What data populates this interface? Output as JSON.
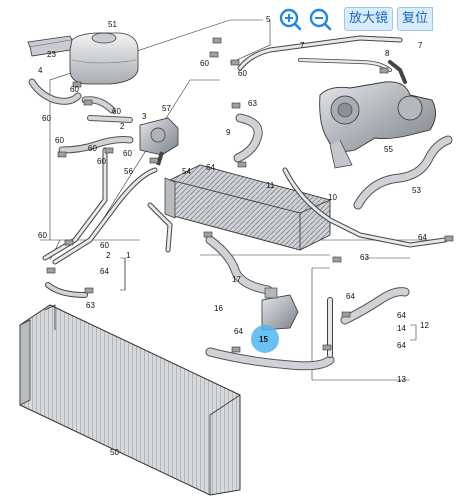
{
  "toolbar": {
    "zoom_in_icon": "zoom-in-icon",
    "zoom_out_icon": "zoom-out-icon",
    "magnifier_label": "放大镜",
    "restore_label": "复位",
    "accent_color": "#1e88e5"
  },
  "diagram": {
    "highlight_color": "#4db6f0",
    "highlight_label": "15",
    "callouts": {
      "c51": "51",
      "c23": "23",
      "c4": "4",
      "c60a": "60",
      "c60b": "60",
      "c60c": "60",
      "c2a": "2",
      "c3": "3",
      "c57": "57",
      "c60d": "60",
      "c60e": "60",
      "c60f": "60",
      "c60g": "60",
      "c56": "56",
      "c60h": "60",
      "c1": "1",
      "c2b": "2",
      "c60i": "60",
      "c64a": "64",
      "c63a": "63",
      "c60j": "60",
      "c63b": "63",
      "c9": "9",
      "c64b": "64",
      "c5": "5",
      "c7a": "7",
      "c60k": "60",
      "c7b": "7",
      "c8": "8",
      "c11": "11",
      "c54": "54",
      "c55": "55",
      "c53": "53",
      "c10": "10",
      "c64c": "64",
      "c63c": "63",
      "c17": "17",
      "c16": "16",
      "c64d": "64",
      "c64e": "64",
      "c14": "14",
      "c12": "12",
      "c64f": "64",
      "c13": "13",
      "c50": "50",
      "c64g": "64"
    }
  }
}
